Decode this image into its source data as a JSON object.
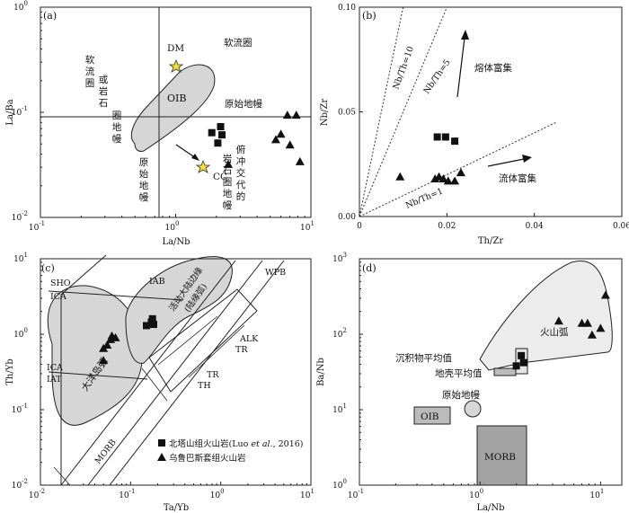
{
  "chart_data": [
    {
      "panel": "(a)",
      "type": "scatter",
      "xlabel": "La/Nb",
      "ylabel": "La/Ba",
      "xscale": "log",
      "yscale": "log",
      "xlim": [
        0.1,
        10
      ],
      "ylim": [
        0.01,
        1
      ],
      "xticks": [
        {
          "v": 0.1,
          "b": "10",
          "e": "-1"
        },
        {
          "v": 1,
          "b": "10",
          "e": "0"
        },
        {
          "v": 10,
          "b": "10",
          "e": "1"
        }
      ],
      "yticks": [
        {
          "v": 0.01,
          "b": "10",
          "e": "-2"
        },
        {
          "v": 0.1,
          "b": "10",
          "e": "-1"
        },
        {
          "v": 1,
          "b": "10",
          "e": "0"
        }
      ],
      "series": [
        {
          "marker": "square",
          "points": [
            [
              1.85,
              0.064
            ],
            [
              2.15,
              0.073
            ],
            [
              2.05,
              0.051
            ],
            [
              2.2,
              0.061
            ]
          ]
        },
        {
          "marker": "triangle",
          "points": [
            [
              2.45,
              0.032
            ],
            [
              5.5,
              0.055
            ],
            [
              6.0,
              0.062
            ],
            [
              6.7,
              0.094
            ],
            [
              7.8,
              0.094
            ],
            [
              7.0,
              0.049
            ],
            [
              8.3,
              0.034
            ]
          ]
        }
      ],
      "refpoints": [
        {
          "label": "DM",
          "x": 1.25,
          "y": 0.27
        },
        {
          "label": "CC",
          "x": 1.95,
          "y": 0.034
        }
      ],
      "fields": {
        "oib": "OIB"
      },
      "labels": {
        "asthenosphere": "软流圈",
        "lithosphere_left": [
          "软",
          "流",
          "圈",
          "或",
          "岩",
          "石",
          "圈",
          "地",
          "幔"
        ],
        "primitive_mantle": "原始地幔",
        "primitive_left": [
          "原",
          "始",
          "地",
          "幔"
        ],
        "subduction": [
          "俯",
          "冲",
          "交",
          "代",
          "的"
        ],
        "subduction2": [
          "岩",
          "石",
          "圈",
          "地",
          "幔"
        ]
      }
    },
    {
      "panel": "(b)",
      "type": "scatter",
      "xlabel": "Th/Zr",
      "ylabel": "Nb/Zr",
      "xlim": [
        0,
        0.06
      ],
      "ylim": [
        0,
        0.1
      ],
      "xticks": [
        "0",
        "0.02",
        "0.04",
        "0.06"
      ],
      "yticks": [
        "0.00",
        "0.05",
        "0.10"
      ],
      "series": [
        {
          "marker": "square",
          "points": [
            [
              0.0178,
              0.038
            ],
            [
              0.0197,
              0.038
            ],
            [
              0.0218,
              0.036
            ]
          ]
        },
        {
          "marker": "triangle",
          "points": [
            [
              0.0093,
              0.019
            ],
            [
              0.0173,
              0.018
            ],
            [
              0.0182,
              0.019
            ],
            [
              0.0192,
              0.018
            ],
            [
              0.0203,
              0.017
            ],
            [
              0.0218,
              0.017
            ],
            [
              0.0232,
              0.021
            ]
          ]
        }
      ],
      "lines": [
        {
          "label": "Nb/Th=10",
          "slope": 10
        },
        {
          "label": "Nb/Th=5",
          "slope": 5
        },
        {
          "label": "Nb/Th=1",
          "slope": 1
        }
      ],
      "labels": {
        "melt": "熔体富集",
        "fluid": "流体富集"
      }
    },
    {
      "panel": "(c)",
      "type": "scatter",
      "xlabel": "Ta/Yb",
      "ylabel": "Th/Yb",
      "xscale": "log",
      "yscale": "log",
      "xlim": [
        0.01,
        10
      ],
      "ylim": [
        0.01,
        10
      ],
      "xticks": [
        {
          "v": 0.01,
          "b": "10",
          "e": "-2"
        },
        {
          "v": 0.1,
          "b": "10",
          "e": "-1"
        },
        {
          "v": 1,
          "b": "10",
          "e": "0"
        },
        {
          "v": 10,
          "b": "10",
          "e": "1"
        }
      ],
      "yticks": [
        {
          "v": 0.01,
          "b": "10",
          "e": "-2"
        },
        {
          "v": 0.1,
          "b": "10",
          "e": "-1"
        },
        {
          "v": 1,
          "b": "10",
          "e": "0"
        },
        {
          "v": 10,
          "b": "10",
          "e": "1"
        }
      ],
      "series": [
        {
          "name": "北塔山组火山岩(Luo et al., 2016)",
          "marker": "square",
          "points": [
            [
              0.15,
              1.3
            ],
            [
              0.17,
              1.45
            ],
            [
              0.175,
              1.6
            ],
            [
              0.18,
              1.35
            ]
          ]
        },
        {
          "name": "乌鲁巴斯套组火山岩",
          "marker": "triangle",
          "points": [
            [
              0.05,
              0.65
            ],
            [
              0.055,
              0.72
            ],
            [
              0.06,
              0.85
            ],
            [
              0.062,
              0.95
            ],
            [
              0.068,
              0.9
            ],
            [
              0.05,
              0.45
            ]
          ]
        }
      ],
      "labels": {
        "sho": "SHO",
        "ica": "ICA",
        "iab": "IAB",
        "wpb": "WPB",
        "alk": "ALK",
        "tr1": "TR",
        "tr2": "TR",
        "th": "TH",
        "ica2": "ICA",
        "iat": "IAT",
        "morb": "MORB",
        "ocean_arc": "大洋岛弧",
        "cont_arc": "活动大陆边缘",
        "cont_arc2": "(陆缘弧)"
      },
      "legend": {
        "position": "bottom-right",
        "sq": "北塔山组火山岩(Luo ",
        "sq_it": "et al.",
        "sq_end": ", 2016)",
        "tri": "乌鲁巴斯套组火山岩"
      }
    },
    {
      "panel": "(d)",
      "type": "scatter",
      "xlabel": "La/Nb",
      "ylabel": "Ba/Nb",
      "xscale": "log",
      "yscale": "log",
      "xlim": [
        0.1,
        15
      ],
      "ylim": [
        1,
        1000
      ],
      "xticks": [
        {
          "v": 0.1,
          "b": "10",
          "e": "-1"
        },
        {
          "v": 1,
          "b": "10",
          "e": "0"
        },
        {
          "v": 10,
          "b": "10",
          "e": "1"
        }
      ],
      "yticks": [
        {
          "v": 1,
          "b": "10",
          "e": "0"
        },
        {
          "v": 10,
          "b": "10",
          "e": "1"
        },
        {
          "v": 100,
          "b": "10",
          "e": "2"
        },
        {
          "v": 1000,
          "b": "10",
          "e": "3"
        }
      ],
      "series": [
        {
          "marker": "square",
          "points": [
            [
              2.0,
              38
            ],
            [
              2.2,
              52
            ],
            [
              2.3,
              42
            ]
          ]
        },
        {
          "marker": "triangle",
          "points": [
            [
              4.5,
              150
            ],
            [
              7.0,
              140
            ],
            [
              7.8,
              140
            ],
            [
              8.5,
              98
            ],
            [
              10.0,
              120
            ],
            [
              11.0,
              330
            ]
          ]
        }
      ],
      "labels": {
        "arc": "火山弧",
        "sediment": "沉积物平均值",
        "crust": "地壳平均值",
        "pm": "原始地幔",
        "oib": "OIB",
        "morb": "MORB"
      }
    }
  ],
  "colors": {
    "field": "#d6d6d6",
    "field_light": "#ececec",
    "box": "#bbbbbb",
    "ink": "#111111",
    "star": "#f2e23a"
  }
}
